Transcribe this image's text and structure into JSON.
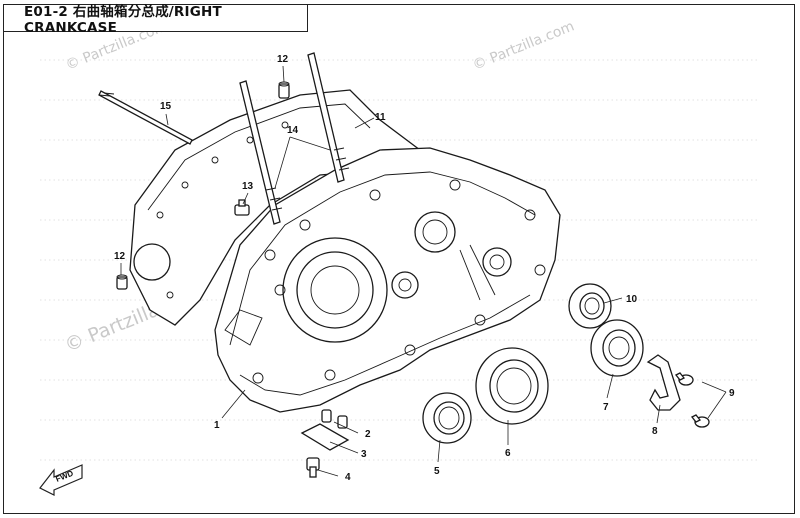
{
  "title": "E01-2 右曲轴箱分总成/RIGHT CRANKCASE",
  "watermarks": [
    "© Partzilla.com",
    "© Partzilla.com",
    "© Partzilla.com"
  ],
  "fwd_label": "FWD",
  "callouts": [
    "1",
    "2",
    "3",
    "4",
    "5",
    "6",
    "7",
    "8",
    "9",
    "10",
    "11",
    "12",
    "12",
    "13",
    "14",
    "15"
  ]
}
